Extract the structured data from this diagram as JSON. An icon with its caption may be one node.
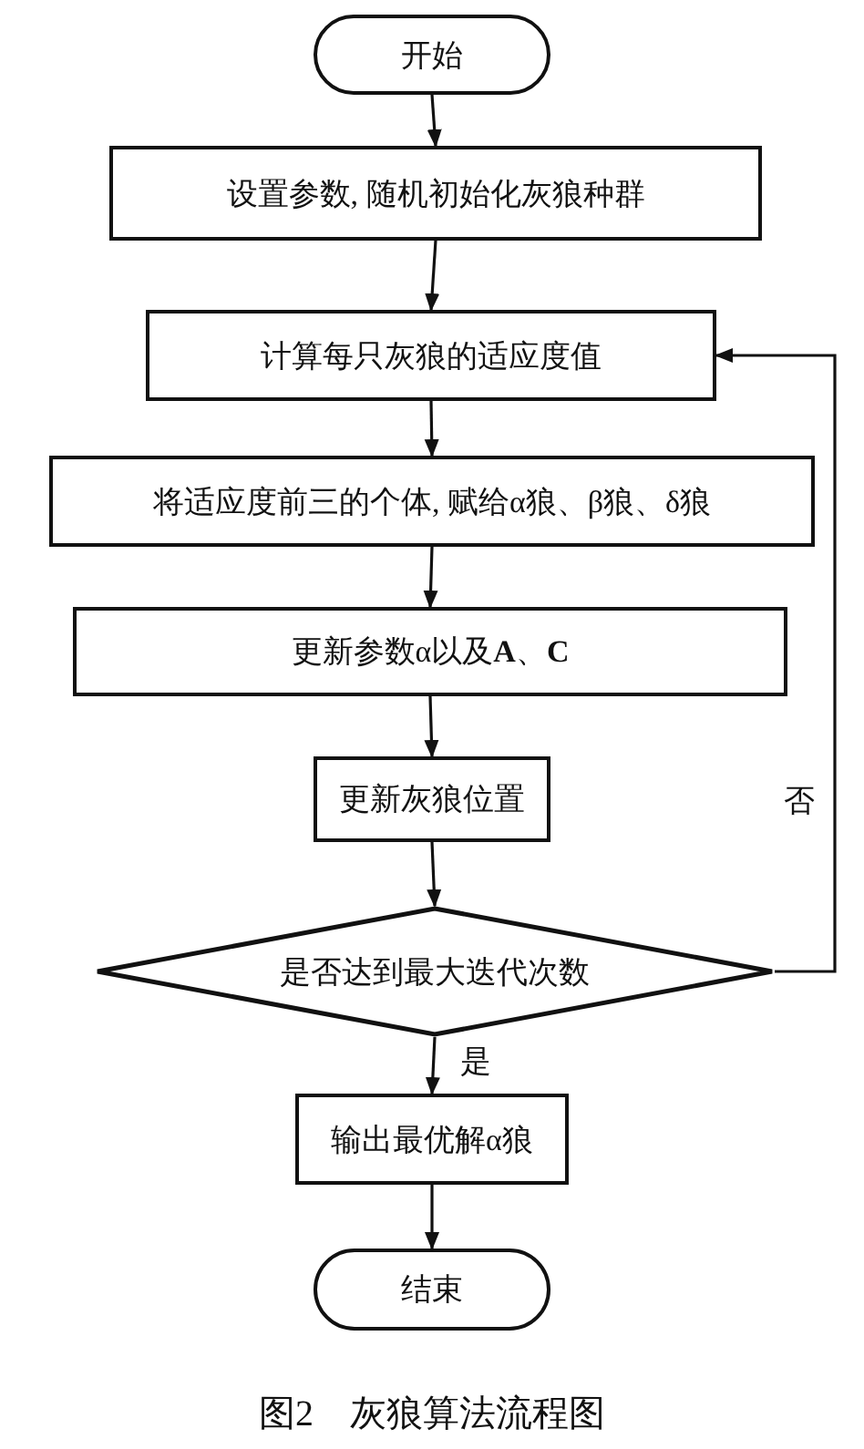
{
  "diagram": {
    "caption": "图2　灰狼算法流程图",
    "nodes": [
      {
        "text": [
          "开始"
        ]
      },
      {
        "text": [
          "设置参数, 随机初始化灰狼种群"
        ]
      },
      {
        "text": [
          "计算每只灰狼的适应度值"
        ]
      },
      {
        "text": [
          "将适应度前三的个体, 赋给α狼、β狼、δ狼"
        ]
      },
      {
        "text": [
          "更新参数α以及**A**、**C**"
        ]
      },
      {
        "text": [
          "更新灰狼位置"
        ]
      },
      {
        "text": [
          "是否达到最大迭代次数"
        ]
      },
      {
        "text": [
          "输出最优解α狼"
        ]
      },
      {
        "text": [
          "结束"
        ]
      }
    ],
    "edges": [
      {
        "from": 0,
        "to": 1,
        "arrow": "to"
      },
      {
        "from": 1,
        "to": 2,
        "arrow": "to"
      },
      {
        "from": 2,
        "to": 3,
        "arrow": "to"
      },
      {
        "from": 3,
        "to": 4,
        "arrow": "to"
      },
      {
        "from": 4,
        "to": 5,
        "arrow": "to"
      },
      {
        "from": 5,
        "to": 6,
        "arrow": "to"
      },
      {
        "from": 6,
        "to": 7,
        "arrow": "to",
        "label": "是"
      },
      {
        "from": 7,
        "to": 8,
        "arrow": "to"
      },
      {
        "from": 6,
        "to": 2,
        "arrow": "to",
        "label": "否"
      }
    ]
  }
}
